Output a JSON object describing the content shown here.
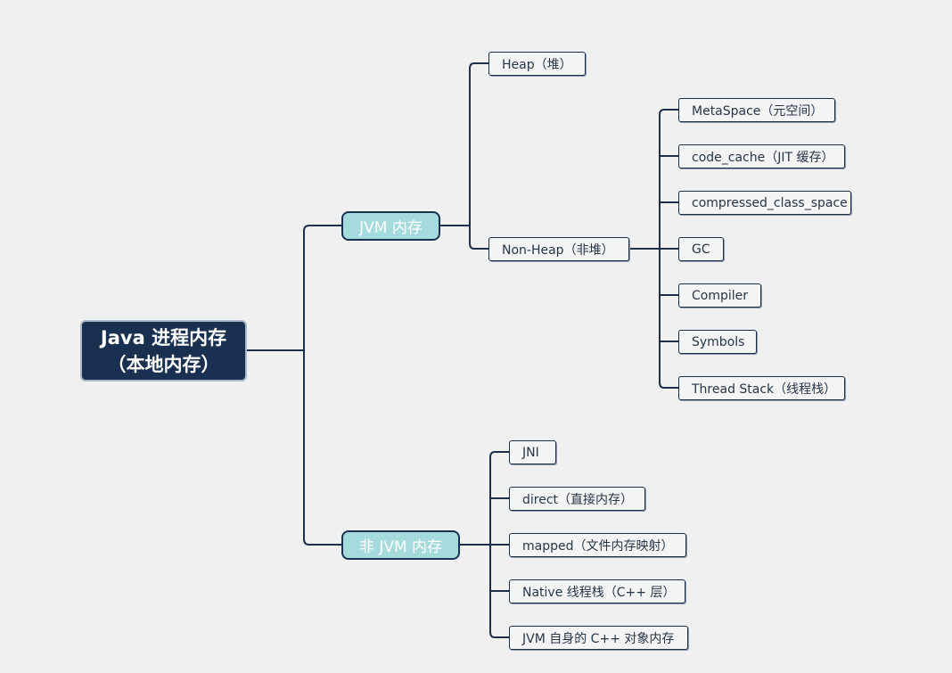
{
  "root": {
    "line1": "Java 进程内存",
    "line2": "（本地内存）"
  },
  "branches": {
    "jvm": {
      "label": "JVM 内存",
      "heap": "Heap（堆）",
      "non_heap": {
        "label": "Non-Heap（非堆）",
        "children": [
          "MetaSpace（元空间）",
          "code_cache（JIT 缓存）",
          "compressed_class_space",
          "GC",
          "Compiler",
          "Symbols",
          "Thread Stack（线程栈）"
        ]
      }
    },
    "non_jvm": {
      "label": "非 JVM 内存",
      "children": [
        "JNI",
        "direct（直接内存）",
        "mapped（文件内存映射）",
        "Native 线程栈（C++ 层）",
        "JVM 自身的 C++ 对象内存"
      ]
    }
  },
  "colors": {
    "root_fill": "#1a3050",
    "branch_fill": "#a6dbde",
    "connector": "#1e3048",
    "background": "#f0f0f0"
  }
}
